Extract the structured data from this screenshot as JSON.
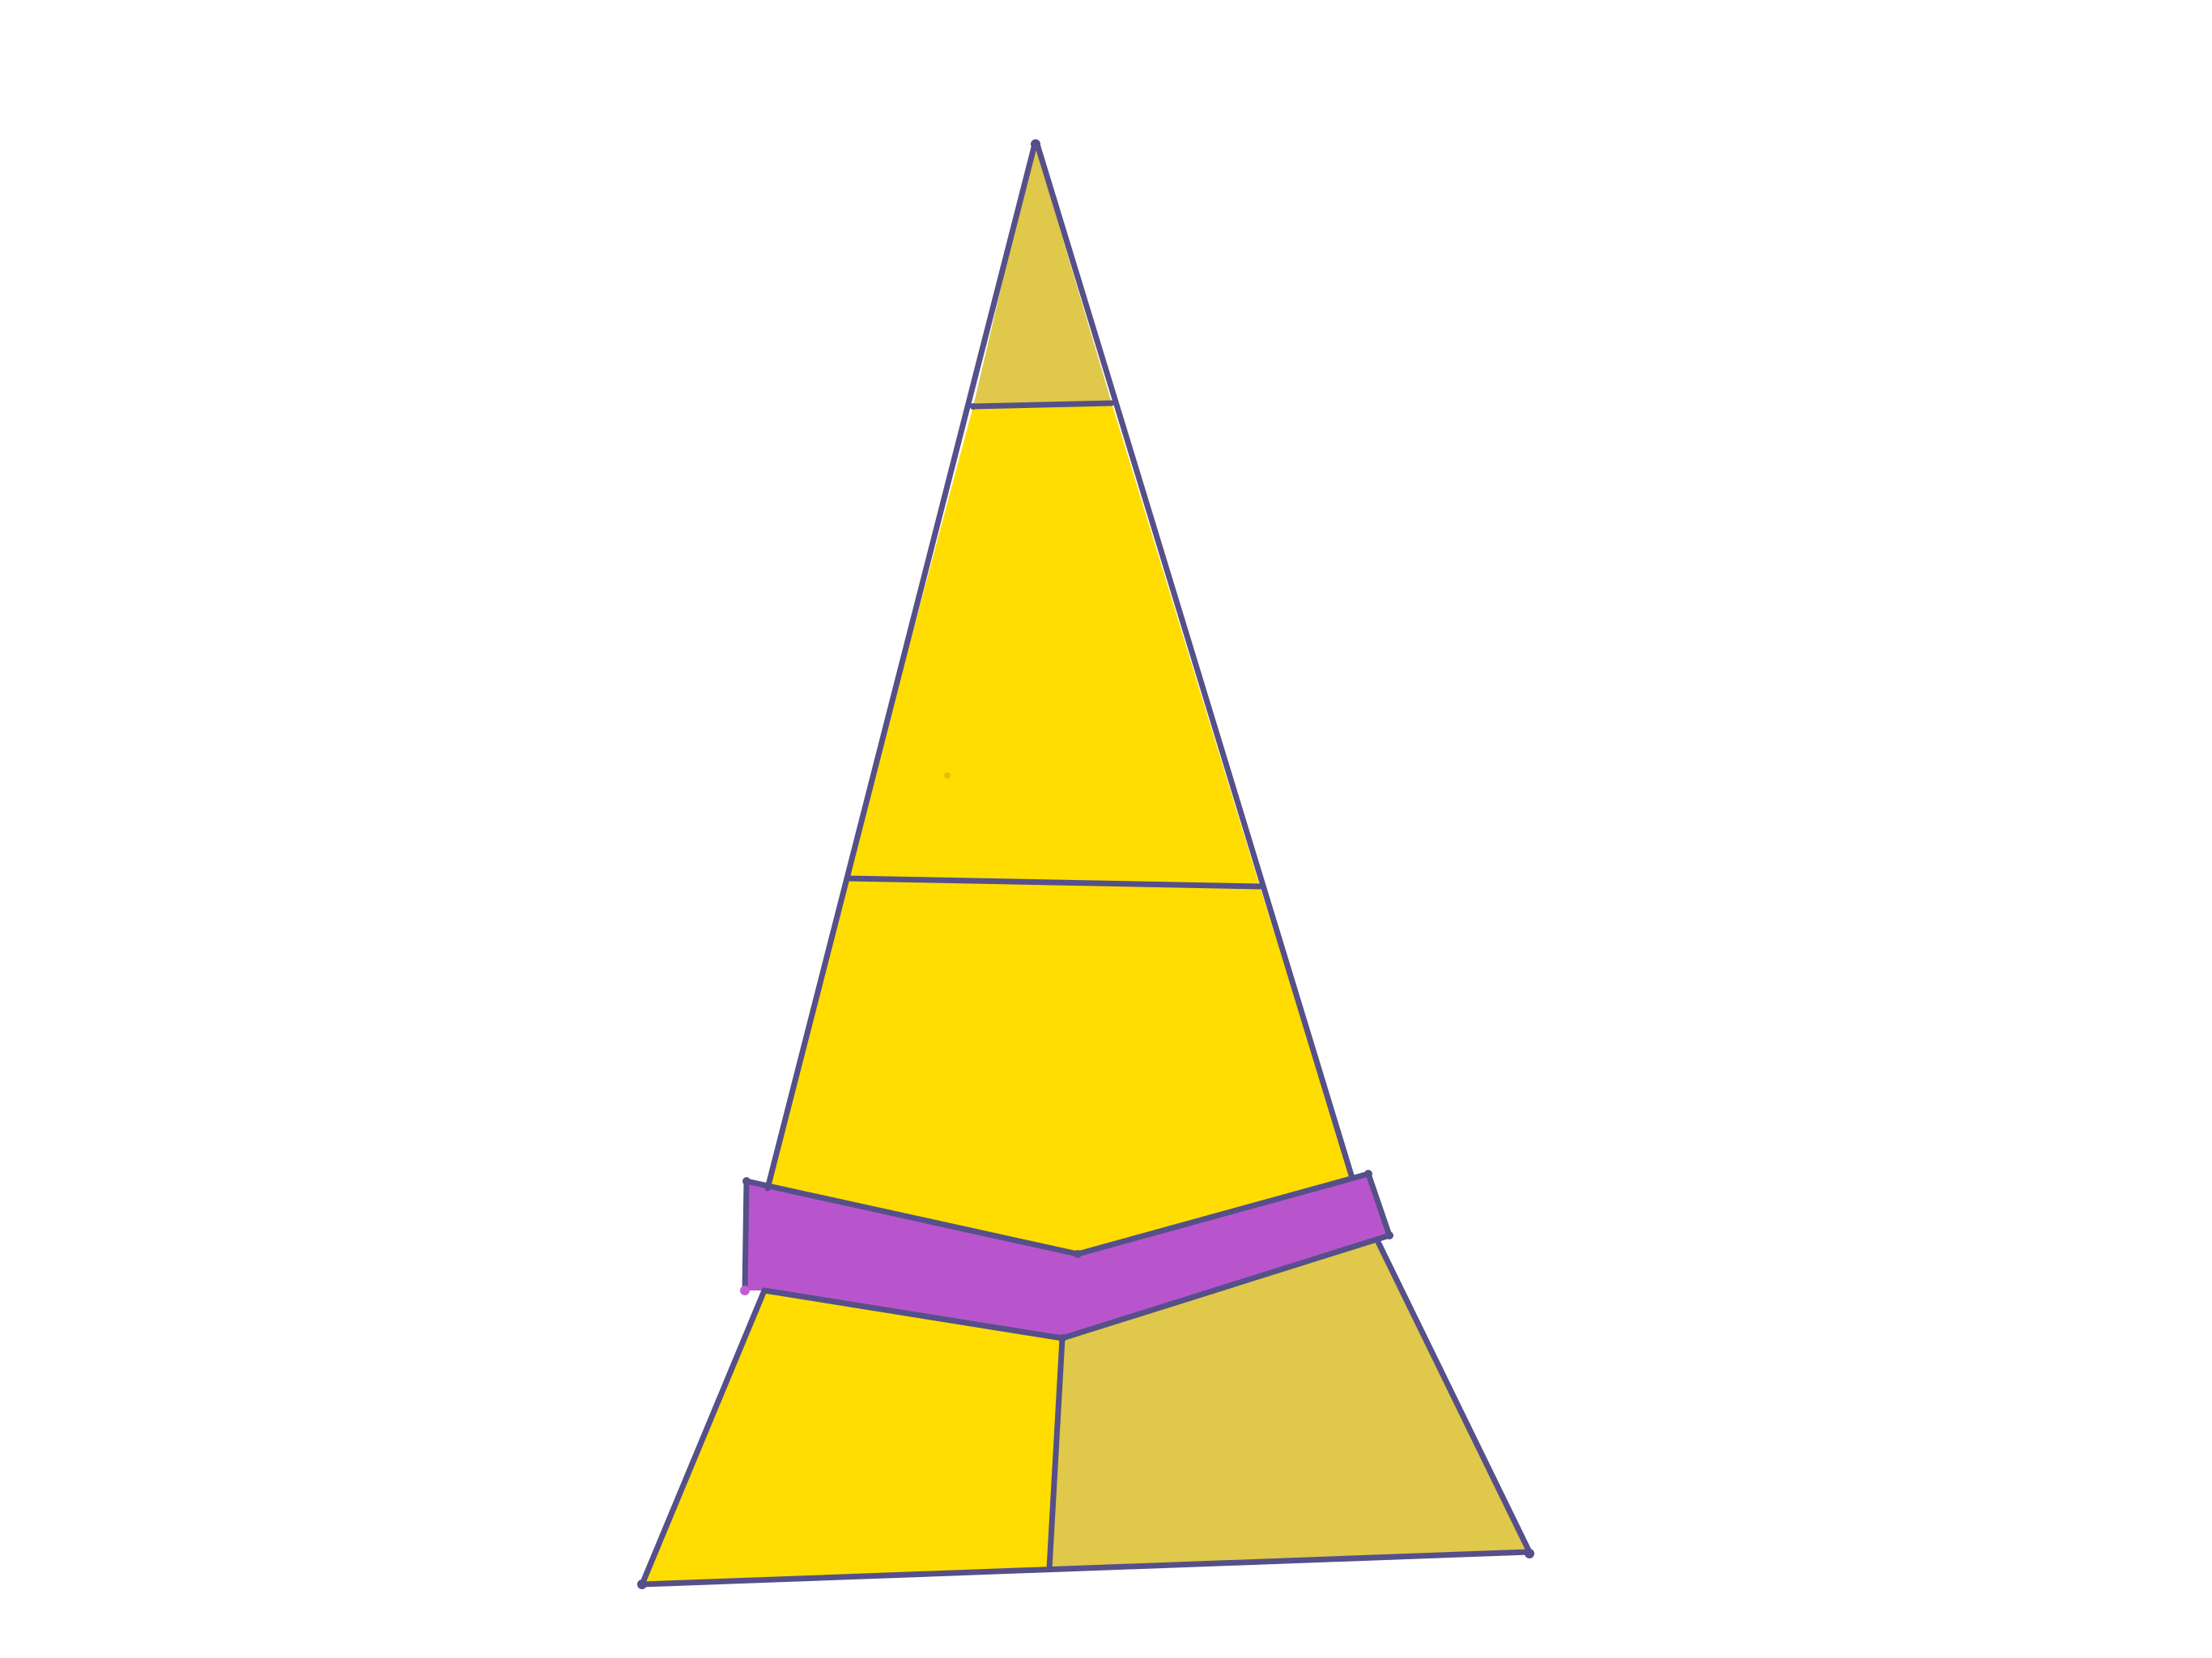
{
  "drawing": {
    "colors": {
      "background": "#ffffff",
      "outline": "#55508a",
      "fill_bright_yellow": "#ffdd00",
      "fill_dark_yellow": "#e0c84a",
      "fill_purple": "#b955cc",
      "purple_dot": "#c060d0",
      "center_dot": "#c8b400"
    },
    "shapes": [
      "triangle-hat",
      "tip-region",
      "middle-band-top",
      "middle-band-bottom",
      "purple-band",
      "lower-left-region",
      "lower-right-region"
    ]
  }
}
